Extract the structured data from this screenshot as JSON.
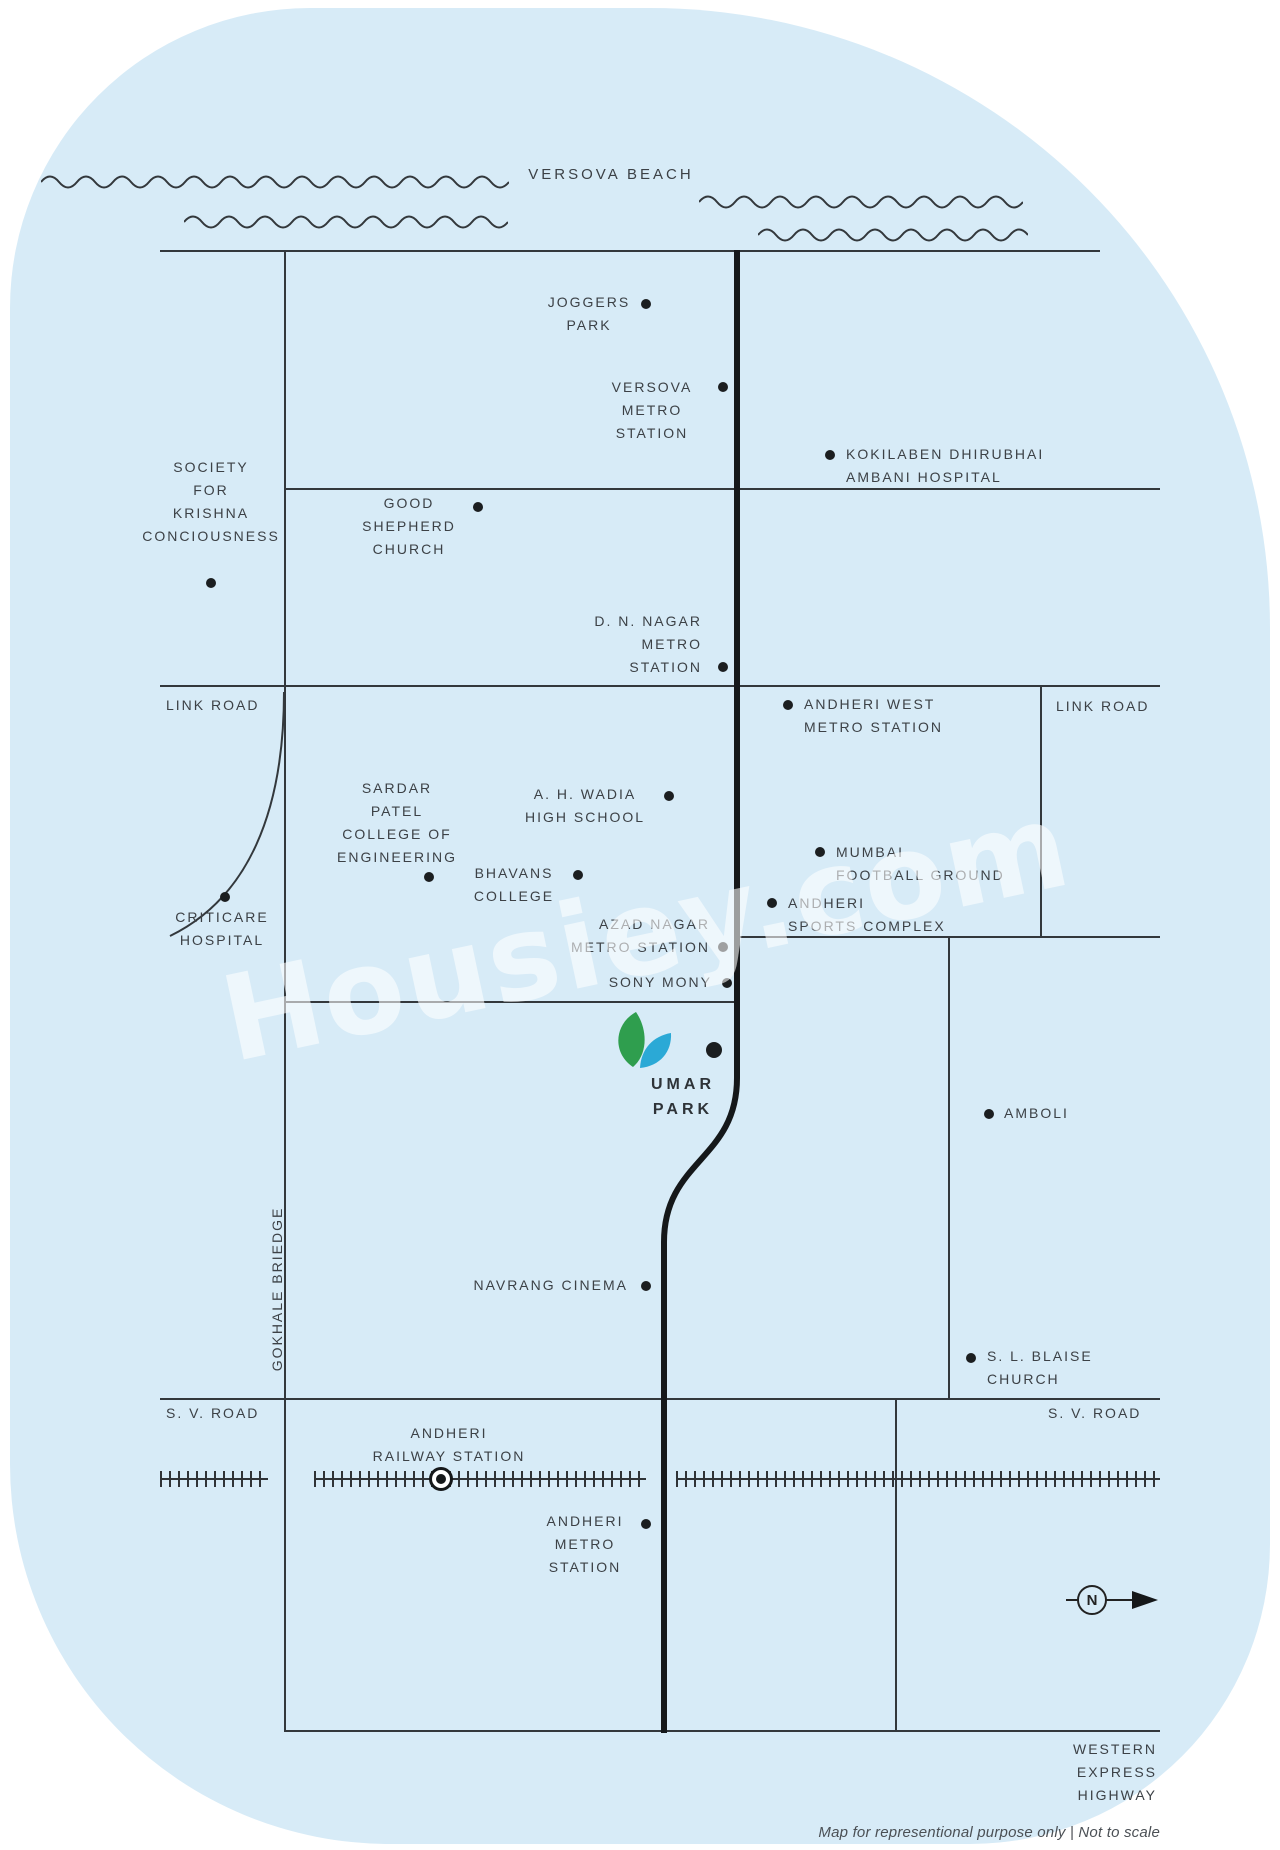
{
  "map": {
    "beach_label": "VERSOVA BEACH",
    "watermark": "Housiey.com",
    "footer_note": "Map for representional purpose only  |  Not to scale",
    "north_label": "N",
    "project": {
      "name": "UMAR\nPARK"
    },
    "roads": {
      "link_road_left": "LINK ROAD",
      "link_road_right": "LINK ROAD",
      "sv_road_left": "S. V. ROAD",
      "sv_road_right": "S. V. ROAD",
      "gokhale_bridge": "GOKHALE BRIEDGE",
      "western_express_highway": "WESTERN EXPRESS HIGHWAY"
    },
    "landmarks": [
      {
        "id": "joggers-park",
        "label": "JOGGERS\nPARK"
      },
      {
        "id": "versova-metro-station",
        "label": "VERSOVA\nMETRO\nSTATION"
      },
      {
        "id": "kokilaben-dhirubhai-ambani-hospital",
        "label": "KOKILABEN DHIRUBHAI\nAMBANI HOSPITAL"
      },
      {
        "id": "society-for-krishna-conciousness",
        "label": "SOCIETY\nFOR\nKRISHNA\nCONCIOUSNESS"
      },
      {
        "id": "good-shepherd-church",
        "label": "GOOD\nSHEPHERD\nCHURCH"
      },
      {
        "id": "d-n-nagar-metro-station",
        "label": "D. N. NAGAR\nMETRO\nSTATION"
      },
      {
        "id": "andheri-west-metro-station",
        "label": "ANDHERI WEST\nMETRO STATION"
      },
      {
        "id": "sardar-patel-college-of-engineering",
        "label": "SARDAR\nPATEL\nCOLLEGE OF\nENGINEERING"
      },
      {
        "id": "a-h-wadia-high-school",
        "label": "A. H. WADIA\nHIGH SCHOOL"
      },
      {
        "id": "bhavans-college",
        "label": "BHAVANS\nCOLLEGE"
      },
      {
        "id": "mumbai-football-ground",
        "label": "MUMBAI\nFOOTBALL GROUND"
      },
      {
        "id": "andheri-sports-complex",
        "label": "ANDHERI\nSPORTS COMPLEX"
      },
      {
        "id": "criticare-hospital",
        "label": "CRITICARE\nHOSPITAL"
      },
      {
        "id": "azad-nagar-metro-station",
        "label": "AZAD NAGAR\nMETRO STATION"
      },
      {
        "id": "sony-mony",
        "label": "SONY MONY"
      },
      {
        "id": "amboli",
        "label": "AMBOLI"
      },
      {
        "id": "navrang-cinema",
        "label": "NAVRANG CINEMA"
      },
      {
        "id": "s-l-blaise-church",
        "label": "S. L. BLAISE\nCHURCH"
      },
      {
        "id": "andheri-railway-station",
        "label": "ANDHERI\nRAILWAY STATION"
      },
      {
        "id": "andheri-metro-station",
        "label": "ANDHERI\nMETRO\nSTATION"
      }
    ],
    "colors": {
      "map_background": "#d7ebf7",
      "road_line": "#33383c",
      "metro_line": "#15181a",
      "label_text": "#3c4146",
      "leaf_green": "#2f9e4e",
      "leaf_blue": "#2ba9d6"
    }
  }
}
